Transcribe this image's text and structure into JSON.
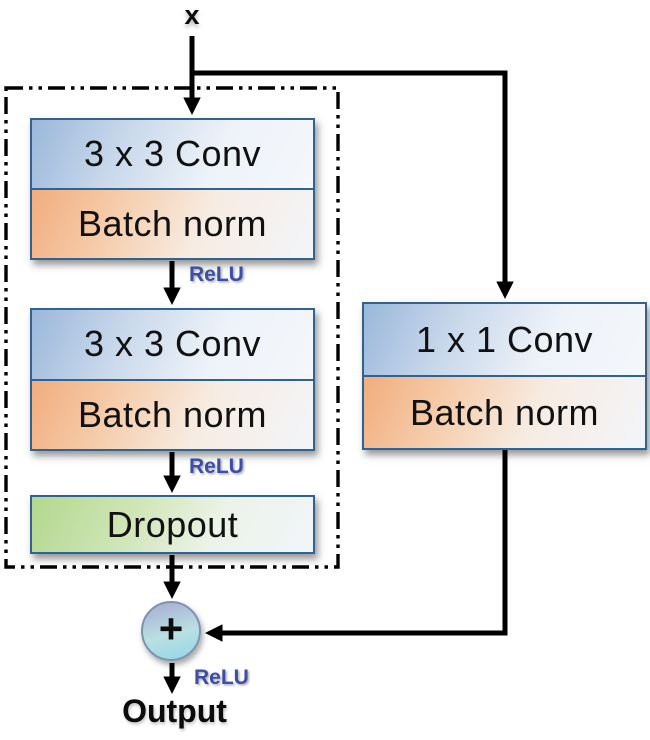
{
  "diagram": {
    "title_semantic": "residual-block-architecture",
    "input_label": "x",
    "output_label": "Output",
    "add_label": "+",
    "relu_label_1": "ReLU",
    "relu_label_2": "ReLU",
    "relu_label_3": "ReLU",
    "main_branch": {
      "block1": {
        "conv_label": "3 x 3 Conv",
        "bn_label": "Batch norm"
      },
      "block2": {
        "conv_label": "3 x 3 Conv",
        "bn_label": "Batch norm"
      },
      "dropout_label": "Dropout"
    },
    "shortcut_branch": {
      "conv_label": "1 x 1 Conv",
      "bn_label": "Batch norm"
    },
    "colors": {
      "conv_fill": "#9ab7db",
      "batch_norm_fill": "#f1ad7d",
      "dropout_fill": "#b2d88e",
      "block_border": "#2f6391",
      "relu_text": "#3c4fa7",
      "wire": "#000000",
      "add_node_top": "#a9b3d5",
      "add_node_bottom": "#9cd8e6",
      "dashed_box": "#000000"
    }
  }
}
